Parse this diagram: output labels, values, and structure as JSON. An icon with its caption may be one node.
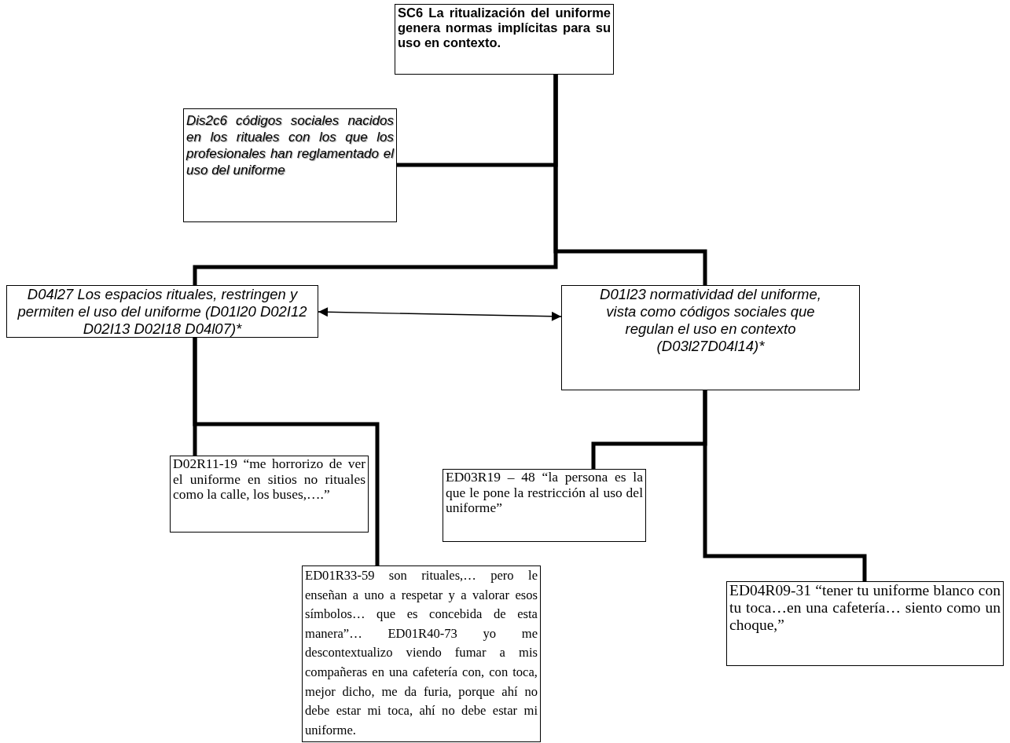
{
  "diagram": {
    "nodes": [
      {
        "text": [
          "SC6 La ritualización del uniforme genera normas implícitas para  su uso en contexto."
        ]
      },
      {
        "text": [
          "Dis2c6 códigos sociales nacidos en los rituales con los que los profesionales  han reglamentado el uso del uniforme"
        ]
      },
      {
        "text": [
          "D04l27 Los espacios rituales, restringen y permiten el uso del uniforme (D01l20 D02I12 D02I13 D02I18 D04l07)*"
        ]
      },
      {
        "text": [
          "D01l23 normatividad  del uniforme, vista como códigos sociales que regulan el uso en contexto (D03l27D04l14)*"
        ]
      },
      {
        "text": [
          "D02R11-19 “me horrorizo de ver el uniforme en  sitios no rituales como la calle, los buses,….”"
        ]
      },
      {
        "text": [
          "ED03R19 – 48 “la persona es la que le pone la restricción al uso del uniforme”"
        ]
      },
      {
        "text": [
          "ED01R33-59 son rituales,… pero le enseñan a uno a  respetar y a valorar esos símbolos… que es concebida de esta manera”… ED01R40-73 yo me descontextualizo viendo fumar a mis compañeras en una cafetería con, con toca, mejor dicho, me da furia, porque ahí no debe estar mi toca, ahí no debe estar mi uniforme."
        ]
      },
      {
        "text": [
          "ED04R09-31 “tener tu uniforme blanco con tu toca…en una cafetería… siento como un choque,”"
        ]
      }
    ],
    "edges": [
      {
        "from": 0,
        "to": 1,
        "arrow": "none"
      },
      {
        "from": 0,
        "to": 2,
        "arrow": "none"
      },
      {
        "from": 0,
        "to": 3,
        "arrow": "none"
      },
      {
        "from": 2,
        "to": 3,
        "arrow": "both"
      },
      {
        "from": 2,
        "to": 4,
        "arrow": "none"
      },
      {
        "from": 2,
        "to": 6,
        "arrow": "none"
      },
      {
        "from": 3,
        "to": 5,
        "arrow": "none"
      },
      {
        "from": 3,
        "to": 7,
        "arrow": "none"
      }
    ]
  }
}
